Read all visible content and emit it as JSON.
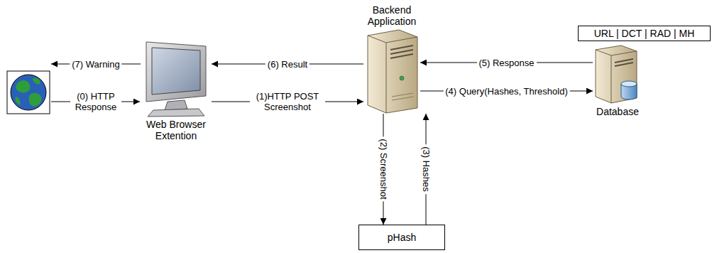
{
  "diagram": {
    "nodes": [
      {
        "text": [
          "Web Browser Extention"
        ]
      },
      {
        "text": [
          "Backend Application"
        ]
      },
      {
        "text": [
          "Database"
        ]
      },
      {
        "text": [
          "URL | DCT | RAD | MH"
        ]
      },
      {
        "text": [
          "pHash"
        ]
      }
    ],
    "edges": [
      {
        "from": 0,
        "to": 1,
        "label": "(1)HTTP POST Screenshot",
        "arrow": "to"
      },
      {
        "from": 1,
        "to": 4,
        "label": "(2) Screenshot",
        "arrow": "to"
      },
      {
        "from": 4,
        "to": 1,
        "label": "(3) Hashes",
        "arrow": "to"
      },
      {
        "from": 1,
        "to": 2,
        "label": "(4) Query(Hashes, Threshold)",
        "arrow": "to"
      },
      {
        "from": 2,
        "to": 1,
        "label": "(5) Response",
        "arrow": "to"
      },
      {
        "from": 1,
        "to": 0,
        "label": "(6) Result",
        "arrow": "to"
      }
    ],
    "labels": [
      "(7) Warning",
      "(0) HTTP Response"
    ]
  }
}
